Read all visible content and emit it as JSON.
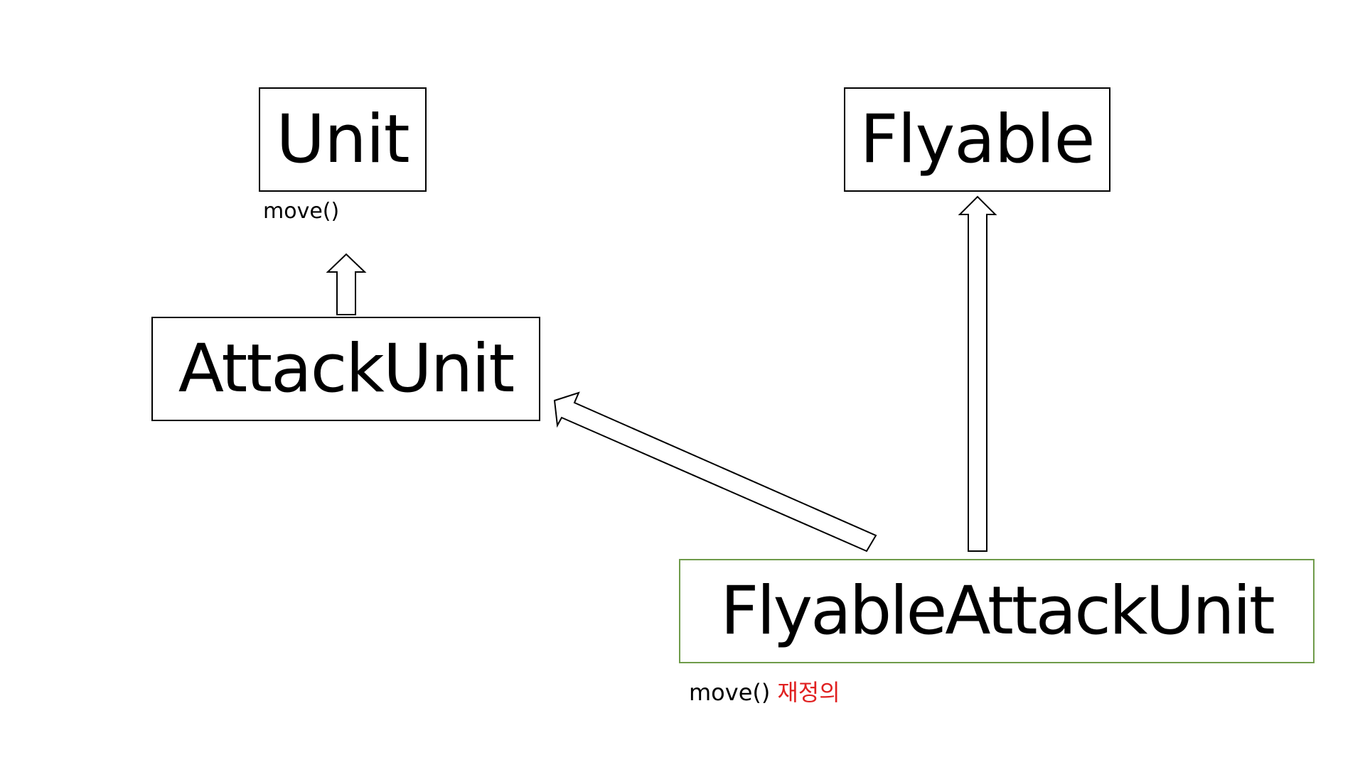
{
  "diagram": {
    "nodes": {
      "unit": {
        "label": "Unit",
        "note": "move()"
      },
      "flyable": {
        "label": "Flyable"
      },
      "attack_unit": {
        "label": "AttackUnit"
      },
      "flyable_attack_unit": {
        "label": "FlyableAttackUnit",
        "note": "move()",
        "note_highlight": "재정의"
      }
    },
    "edges": [
      {
        "from": "attack_unit",
        "to": "unit",
        "kind": "inheritance"
      },
      {
        "from": "flyable_attack_unit",
        "to": "attack_unit",
        "kind": "inheritance"
      },
      {
        "from": "flyable_attack_unit",
        "to": "flyable",
        "kind": "inheritance"
      }
    ],
    "colors": {
      "box_border": "#000000",
      "highlight_box_border": "#6f9b4a",
      "override_text": "#e02020",
      "arrow_stroke": "#000000",
      "arrow_fill": "#ffffff"
    }
  }
}
